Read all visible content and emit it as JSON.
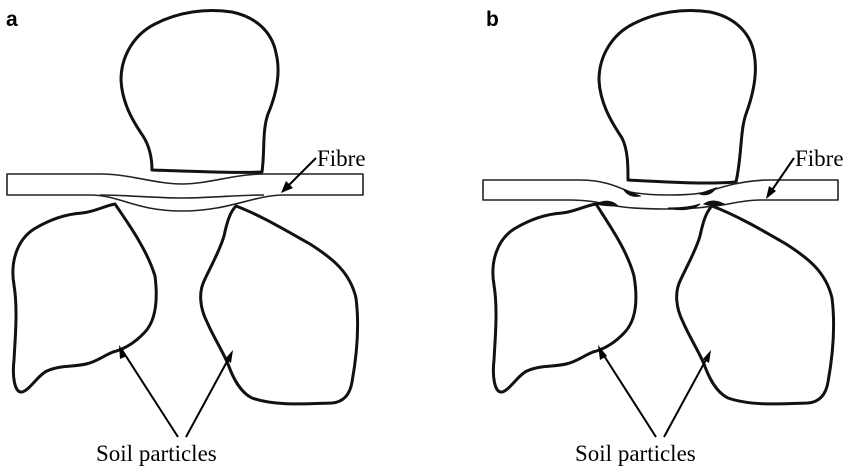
{
  "panels": [
    {
      "letter": "a",
      "fibre_label": "Fibre",
      "particles_label": "Soil particles"
    },
    {
      "letter": "b",
      "fibre_label": "Fibre",
      "particles_label": "Soil particles"
    }
  ],
  "colors": {
    "outline": "#111111",
    "background": "#ffffff"
  }
}
